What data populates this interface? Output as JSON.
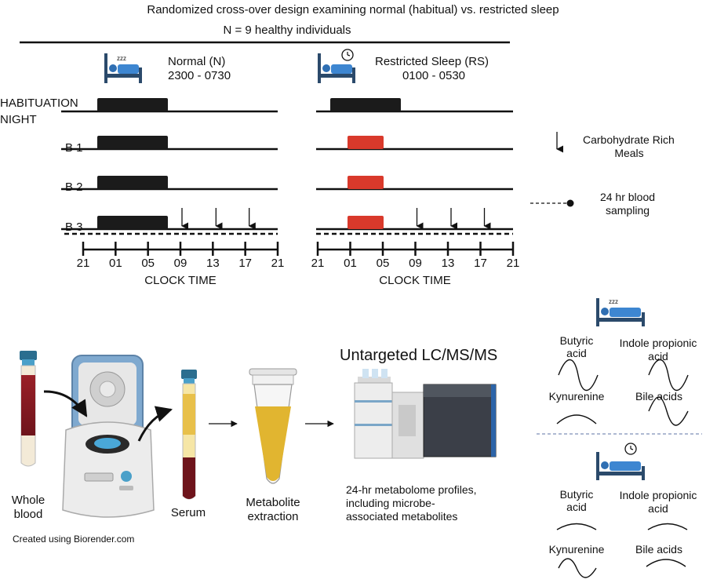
{
  "header": {
    "title": "Randomized cross-over design examining normal (habitual) vs. restricted sleep",
    "subtitle": "N = 9 healthy individuals"
  },
  "conditions": {
    "normal": {
      "label": "Normal (N)",
      "time": "2300 - 0730"
    },
    "restricted": {
      "label": "Restricted Sleep (RS)",
      "time": "0100 - 0530"
    }
  },
  "rows": {
    "habituation_line1": "HABITUATION",
    "habituation_line2": "NIGHT",
    "b1": "B 1",
    "b2": "B 2",
    "b3": "B 3"
  },
  "axis": {
    "ticks": [
      "21",
      "01",
      "05",
      "09",
      "13",
      "17",
      "21"
    ],
    "label": "CLOCK TIME"
  },
  "legend": {
    "meals_line1": "Carbohydrate Rich",
    "meals_line2": "Meals",
    "sampling_line1": "24 hr blood",
    "sampling_line2": "sampling"
  },
  "workflow": {
    "whole_blood_line1": "Whole",
    "whole_blood_line2": "blood",
    "serum": "Serum",
    "extraction_line1": "Metabolite",
    "extraction_line2": "extraction",
    "lcms": "Untargeted LC/MS/MS",
    "profiles_line1": "24-hr metabolome profiles,",
    "profiles_line2": "including microbe-",
    "profiles_line3": "associated metabolites",
    "credit": "Created using Biorender.com"
  },
  "metabolites": {
    "normal": {
      "butyric_line1": "Butyric",
      "butyric_line2": "acid",
      "indole_line1": "Indole propionic",
      "indole_line2": "acid",
      "kynurenine": "Kynurenine",
      "bile": "Bile acids"
    },
    "restricted": {
      "butyric_line1": "Butyric",
      "butyric_line2": "acid",
      "indole_line1": "Indole propionic",
      "indole_line2": "acid",
      "kynurenine": "Kynurenine",
      "bile": "Bile acids"
    }
  },
  "colors": {
    "sleep_bar_normal": "#1b1b1b",
    "sleep_bar_restricted": "#d9392b",
    "bed_blue": "#2f6fb3",
    "bed_frame": "#2b4a6b",
    "divider": "#7e8fb8",
    "serum_yellow": "#e8c04a",
    "blood_red": "#8c1d24"
  }
}
